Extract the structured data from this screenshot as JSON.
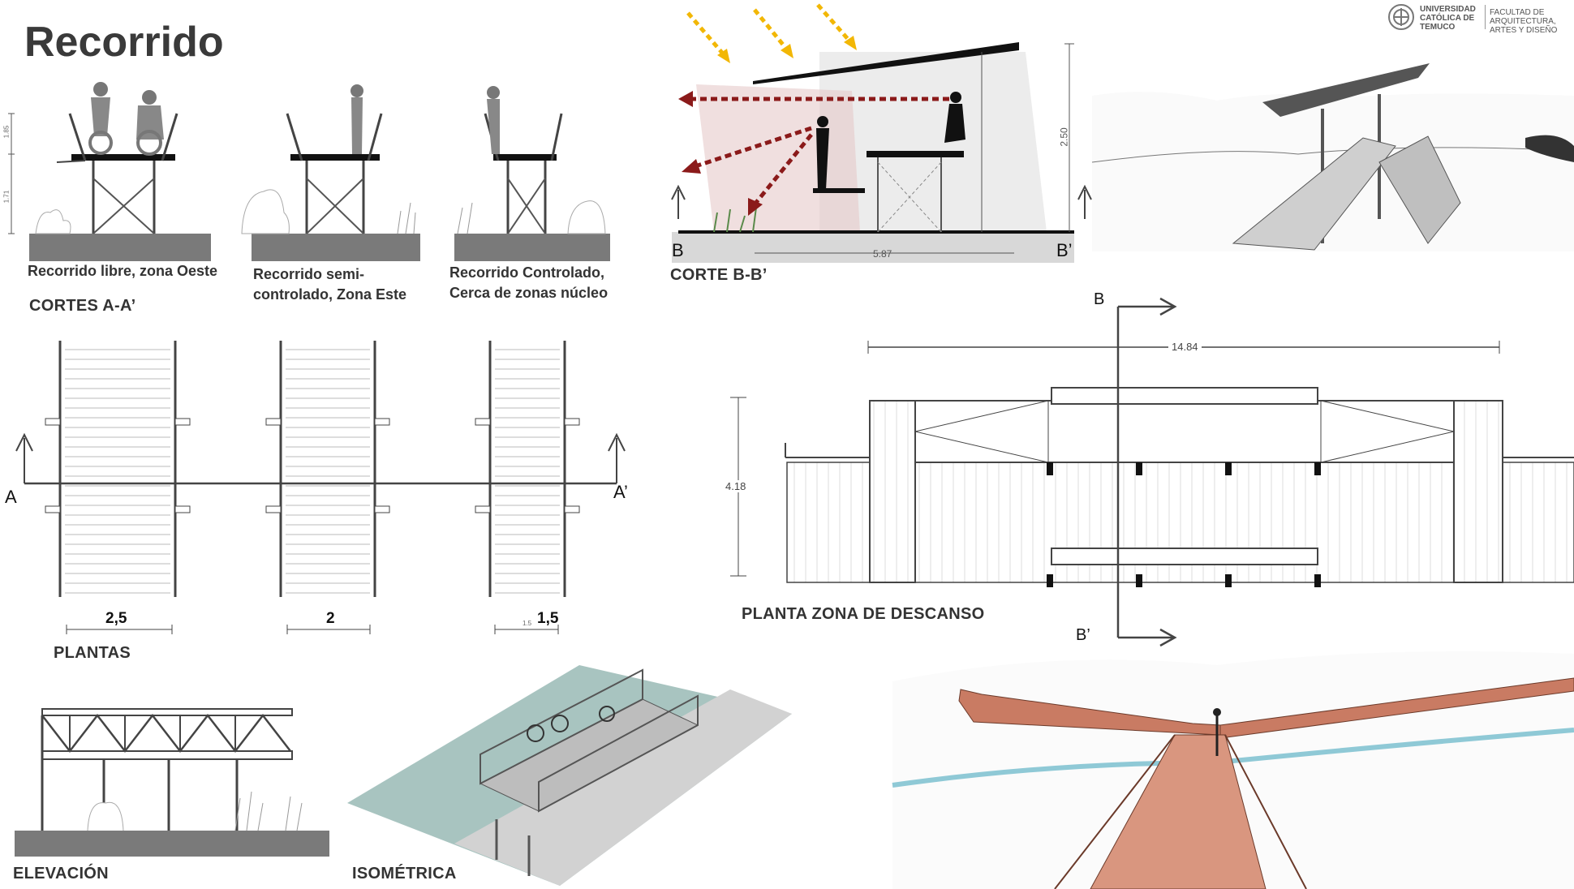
{
  "header": {
    "title": "Recorrido",
    "logo_university": "UNIVERSIDAD CATÓLICA DE TEMUCO",
    "logo_faculty": "FACULTAD DE ARQUITECTURA, ARTES Y DISEÑO"
  },
  "sections": {
    "cortes_aa": {
      "label": "CORTES A-A’",
      "captions": [
        "Recorrido libre, zona Oeste",
        "Recorrido semi-controlado, Zona Este",
        "Recorrido Controlado, Cerca de zonas núcleo"
      ],
      "small_dims": [
        "1.85",
        "1.71"
      ]
    },
    "plantas": {
      "label": "PLANTAS",
      "cut_start": "A",
      "cut_end": "A’",
      "widths": [
        "2,5",
        "2",
        "1,5"
      ],
      "small_dim": "1.5"
    },
    "elevacion": {
      "label": "ELEVACIÓN"
    },
    "isometrica": {
      "label": "ISOMÉTRICA"
    },
    "corte_bb": {
      "label": "CORTE B-B’",
      "left_mark": "B",
      "right_mark": "B’",
      "width_dim": "5.87",
      "height_dim": "2.50"
    },
    "planta_descanso": {
      "label": "PLANTA ZONA DE DESCANSO",
      "cut_top": "B",
      "cut_bottom": "B’",
      "length_dim": "14.84",
      "depth_dim": "4.18"
    }
  },
  "colors": {
    "ground": "#7a7a7a",
    "sun_arrows": "#f2b705",
    "view_arrows": "#8b1a1a",
    "sketch_wood": "#c97b63",
    "water": "#8fc9d6",
    "iso_bg": "#a8c4c0"
  }
}
